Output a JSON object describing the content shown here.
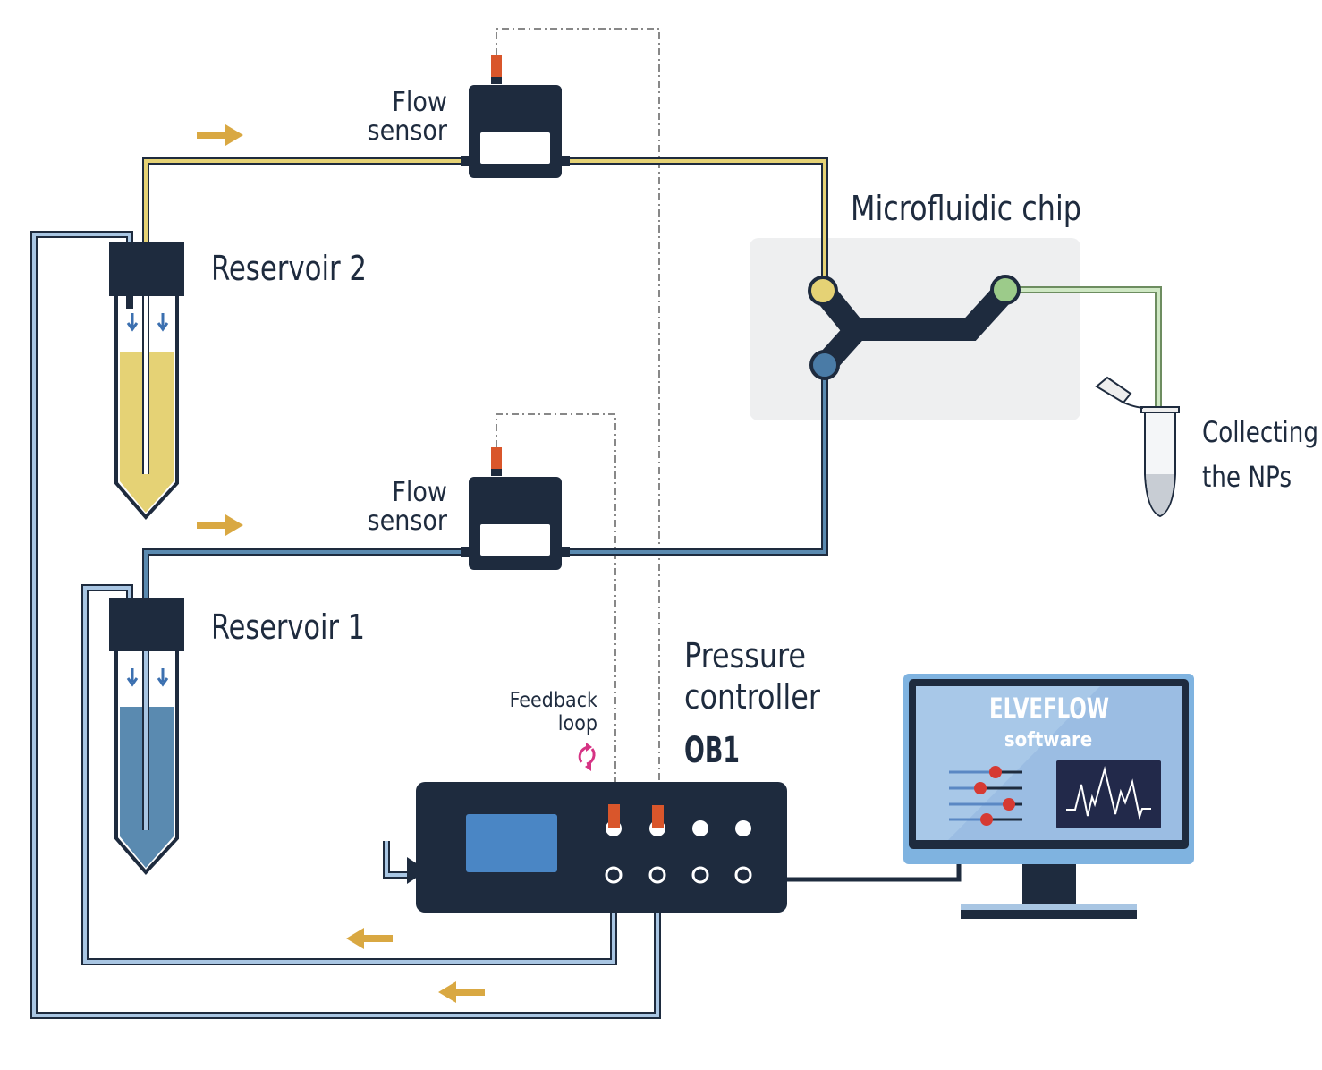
{
  "labels": {
    "flow_sensor_top": [
      "Flow",
      "sensor"
    ],
    "flow_sensor_bottom": [
      "Flow",
      "sensor"
    ],
    "reservoir_2": "Reservoir 2",
    "reservoir_1": "Reservoir 1",
    "microfluidic_chip": "Microfluidic chip",
    "collecting": [
      "Collecting",
      "the NPs"
    ],
    "pressure_controller": [
      "Pressure",
      "controller"
    ],
    "model": "OB1",
    "feedback_loop": [
      "Feedback",
      "loop"
    ],
    "software_brand": "ELVEFLOW",
    "software_sub": "software"
  },
  "colors": {
    "dark": "#1e2b3e",
    "yellow_liquid": "#e5d275",
    "blue_liquid": "#5a8ab0",
    "air_line": "#a9c6e3",
    "green_outlet": "#9ccb8a",
    "arrow": "#d9a842",
    "sensor_connector": "#d9562b",
    "feedback_icon": "#d63384",
    "slider_knob": "#d63a33"
  }
}
